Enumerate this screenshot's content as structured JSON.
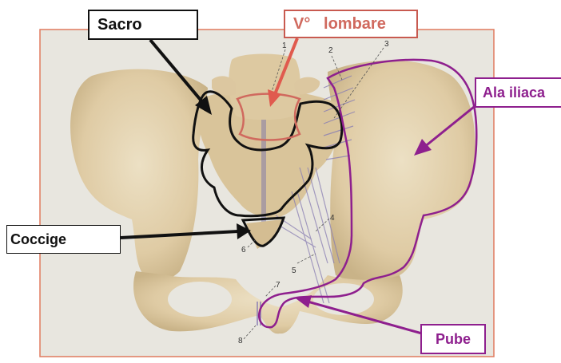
{
  "labels": {
    "sacro": "Sacro",
    "lombare": "V°   lombare",
    "ala_iliaca": "Ala iliaca",
    "coccige": "Coccige",
    "pube": "Pube"
  },
  "ligament_numbers": [
    "1",
    "2",
    "3",
    "4",
    "5",
    "6",
    "7",
    "8"
  ],
  "colors": {
    "bone": "#e3d1ad",
    "plate_background": "#e8e6df",
    "plate_border": "#e07a5f",
    "sacro_outline": "#111111",
    "lombare_outline": "#d0695e",
    "ilium_outline": "#8e1f8e",
    "ligament": "#8a7fb3"
  }
}
